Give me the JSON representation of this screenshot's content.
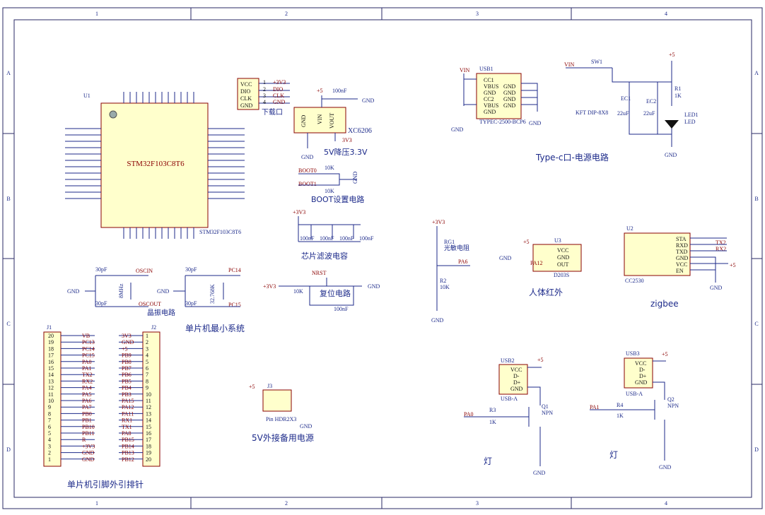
{
  "frame": {
    "cols": [
      "1",
      "2",
      "3",
      "4"
    ],
    "rows": [
      "A",
      "B",
      "C",
      "D"
    ]
  },
  "sections": {
    "mcu": "单片机最小系统",
    "pins": "单片机引脚外引排针",
    "ldo": "5V降压3.3V",
    "boot": "BOOT设置电路",
    "filter": "芯片滤波电容",
    "reset": "复位电路",
    "crystal": "晶振电路",
    "download": "下载口",
    "typec": "Type-c口-电源电路",
    "ext5v": "5V外接备用电源",
    "pir": "人体红外",
    "zigbee": "zigbee",
    "lamp1": "灯",
    "lamp2": "灯"
  },
  "mcu": {
    "designator": "U1",
    "name": "STM32F103C8T6",
    "footer": "STM32F103C8T6"
  },
  "ldo": {
    "part": "XC6206",
    "pins": [
      "GND",
      "VIN",
      "VOUT"
    ],
    "cap": "100nF",
    "vin": "+5",
    "vout": "3V3",
    "gnd": "GND"
  },
  "download": {
    "pins": [
      "VCC",
      "DIO",
      "CLK",
      "GND"
    ],
    "nums": [
      "1",
      "2",
      "3",
      "4"
    ],
    "nets": [
      "+3V3",
      "DIO",
      "CLK",
      "GND"
    ]
  },
  "boot": {
    "nets": [
      "BOOT0",
      "BOOT1"
    ],
    "res": [
      "10K",
      "10K"
    ],
    "gnd": "GND"
  },
  "filter": {
    "net": "+3V3",
    "caps": [
      "100nF",
      "100nF",
      "100nF",
      "100nF"
    ]
  },
  "reset": {
    "label": "NRST",
    "vcc": "+3V3",
    "res": "10K",
    "cap": "100nF",
    "gnd": "GND"
  },
  "crystal": {
    "caps": [
      "30pF",
      "30pF",
      "30pF",
      "30pF"
    ],
    "nets": [
      "OSCIN",
      "OSCOUT",
      "PC14",
      "PC15"
    ],
    "xtal": [
      "8MHz",
      "32.768K"
    ],
    "gnd": [
      "GND",
      "GND"
    ]
  },
  "usb1": {
    "designator": "USB1",
    "part": "TYPEC-2500-BCP6",
    "left": [
      "CC1",
      "VBUS",
      "GND",
      "CC2",
      "VBUS",
      "GND"
    ],
    "right": [
      "GND",
      "GND",
      "GND",
      "GND"
    ],
    "nets": [
      "VIN",
      "GND",
      "GND"
    ]
  },
  "sw": {
    "designator": "SW1",
    "part": "KFT DIP-8X8",
    "vin": "VIN",
    "ec1": "EC1",
    "ec2": "EC2",
    "cval": "22uF",
    "r1": "R1",
    "r1v": "1K",
    "led": "LED1",
    "ledv": "LED",
    "p5": "+5",
    "gnd": "GND"
  },
  "rg": {
    "net": "+3V3",
    "designator": "RG1",
    "desc": "光敏电阻",
    "r2": "R2",
    "r2v": "10K",
    "out": "PA6",
    "gnd": "GND"
  },
  "u3": {
    "designator": "U3",
    "part": "D203S",
    "pins": [
      "VCC",
      "GND",
      "OUT"
    ],
    "nets": [
      "+5",
      "PA12"
    ],
    "gnd": "GND"
  },
  "u2": {
    "designator": "U2",
    "part": "CC2530",
    "pins": [
      "STA",
      "RXD",
      "TXD",
      "GND",
      "VCC",
      "EN"
    ],
    "nets": [
      "TX2",
      "RX2"
    ],
    "p5": "+5",
    "gnd": "GND"
  },
  "j1": {
    "designator": "J1",
    "nums": [
      "20",
      "19",
      "18",
      "17",
      "16",
      "15",
      "14",
      "13",
      "12",
      "11",
      "10",
      "9",
      "8",
      "7",
      "6",
      "5",
      "4",
      "3",
      "2",
      "1"
    ],
    "nets": [
      "VB",
      "PC13",
      "PC14",
      "PC15",
      "PA0",
      "PA1",
      "TX2",
      "RX2",
      "PA4",
      "PA5",
      "PA6",
      "PA7",
      "PB0",
      "PB1",
      "PB10",
      "PB11",
      "R",
      "+3V3",
      "GND",
      "GND"
    ]
  },
  "j2": {
    "designator": "J2",
    "nums": [
      "1",
      "2",
      "3",
      "4",
      "5",
      "6",
      "7",
      "8",
      "9",
      "10",
      "11",
      "12",
      "13",
      "14",
      "15",
      "16",
      "17",
      "18",
      "19",
      "20"
    ],
    "nets": [
      "3V3",
      "GND",
      "+5",
      "PB9",
      "PB8",
      "PB7",
      "PB6",
      "PB5",
      "PB4",
      "PB3",
      "PA15",
      "PA12",
      "PA11",
      "RX1",
      "TX1",
      "PA8",
      "PB15",
      "PB14",
      "PB13",
      "PB12"
    ]
  },
  "j3": {
    "designator": "J3",
    "part": "Pin HDR2X3",
    "p5": "+5",
    "gnd": "GND"
  },
  "usb2": {
    "designator": "USB2",
    "part": "USB-A",
    "pins": [
      "VCC",
      "D-",
      "D+",
      "GND"
    ],
    "p5": "+5",
    "r": "R3",
    "rv": "1K",
    "net": "PA0",
    "q": "Q1",
    "qt": "NPN",
    "gnd": "GND"
  },
  "usb3": {
    "designator": "USB3",
    "part": "USB-A",
    "pins": [
      "VCC",
      "D-",
      "D+",
      "GND"
    ],
    "p5": "+5",
    "r": "R4",
    "rv": "1K",
    "net": "PA1",
    "q": "Q2",
    "qt": "NPN",
    "gnd": "GND"
  }
}
